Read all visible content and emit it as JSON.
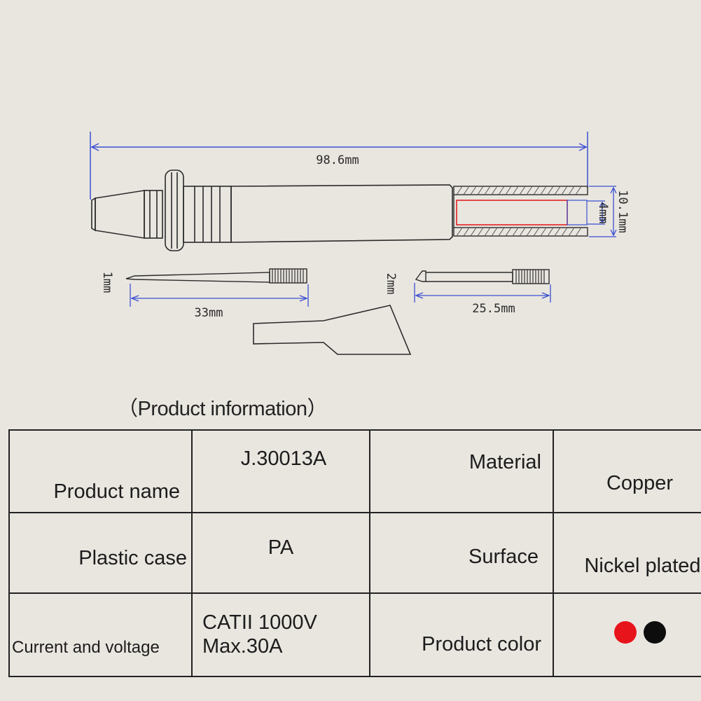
{
  "dimensions": {
    "overall_length": "98.6mm",
    "diameter": "10.1mm",
    "bore": "4mm",
    "pin1_diameter": "1mm",
    "pin1_length": "33mm",
    "pin2_diameter": "2mm",
    "pin2_length": "25.5mm"
  },
  "caption": "（Product information）",
  "table": {
    "rows": [
      {
        "label1": "Product name",
        "value1": "J.30013A",
        "label2": "Material",
        "value2": "Copper"
      },
      {
        "label1": "Plastic case",
        "value1": "PA",
        "label2": "Surface",
        "value2": "Nickel plated"
      },
      {
        "label1": "Current and voltage",
        "value1_line1": "CATII 1000V",
        "value1_line2": "Max.30A",
        "label2": "Product color"
      }
    ],
    "colors": [
      "#e8141c",
      "#0d0d0d"
    ]
  },
  "dimension_line_color": "#3b4fd0",
  "highlight_color": "#e02020"
}
